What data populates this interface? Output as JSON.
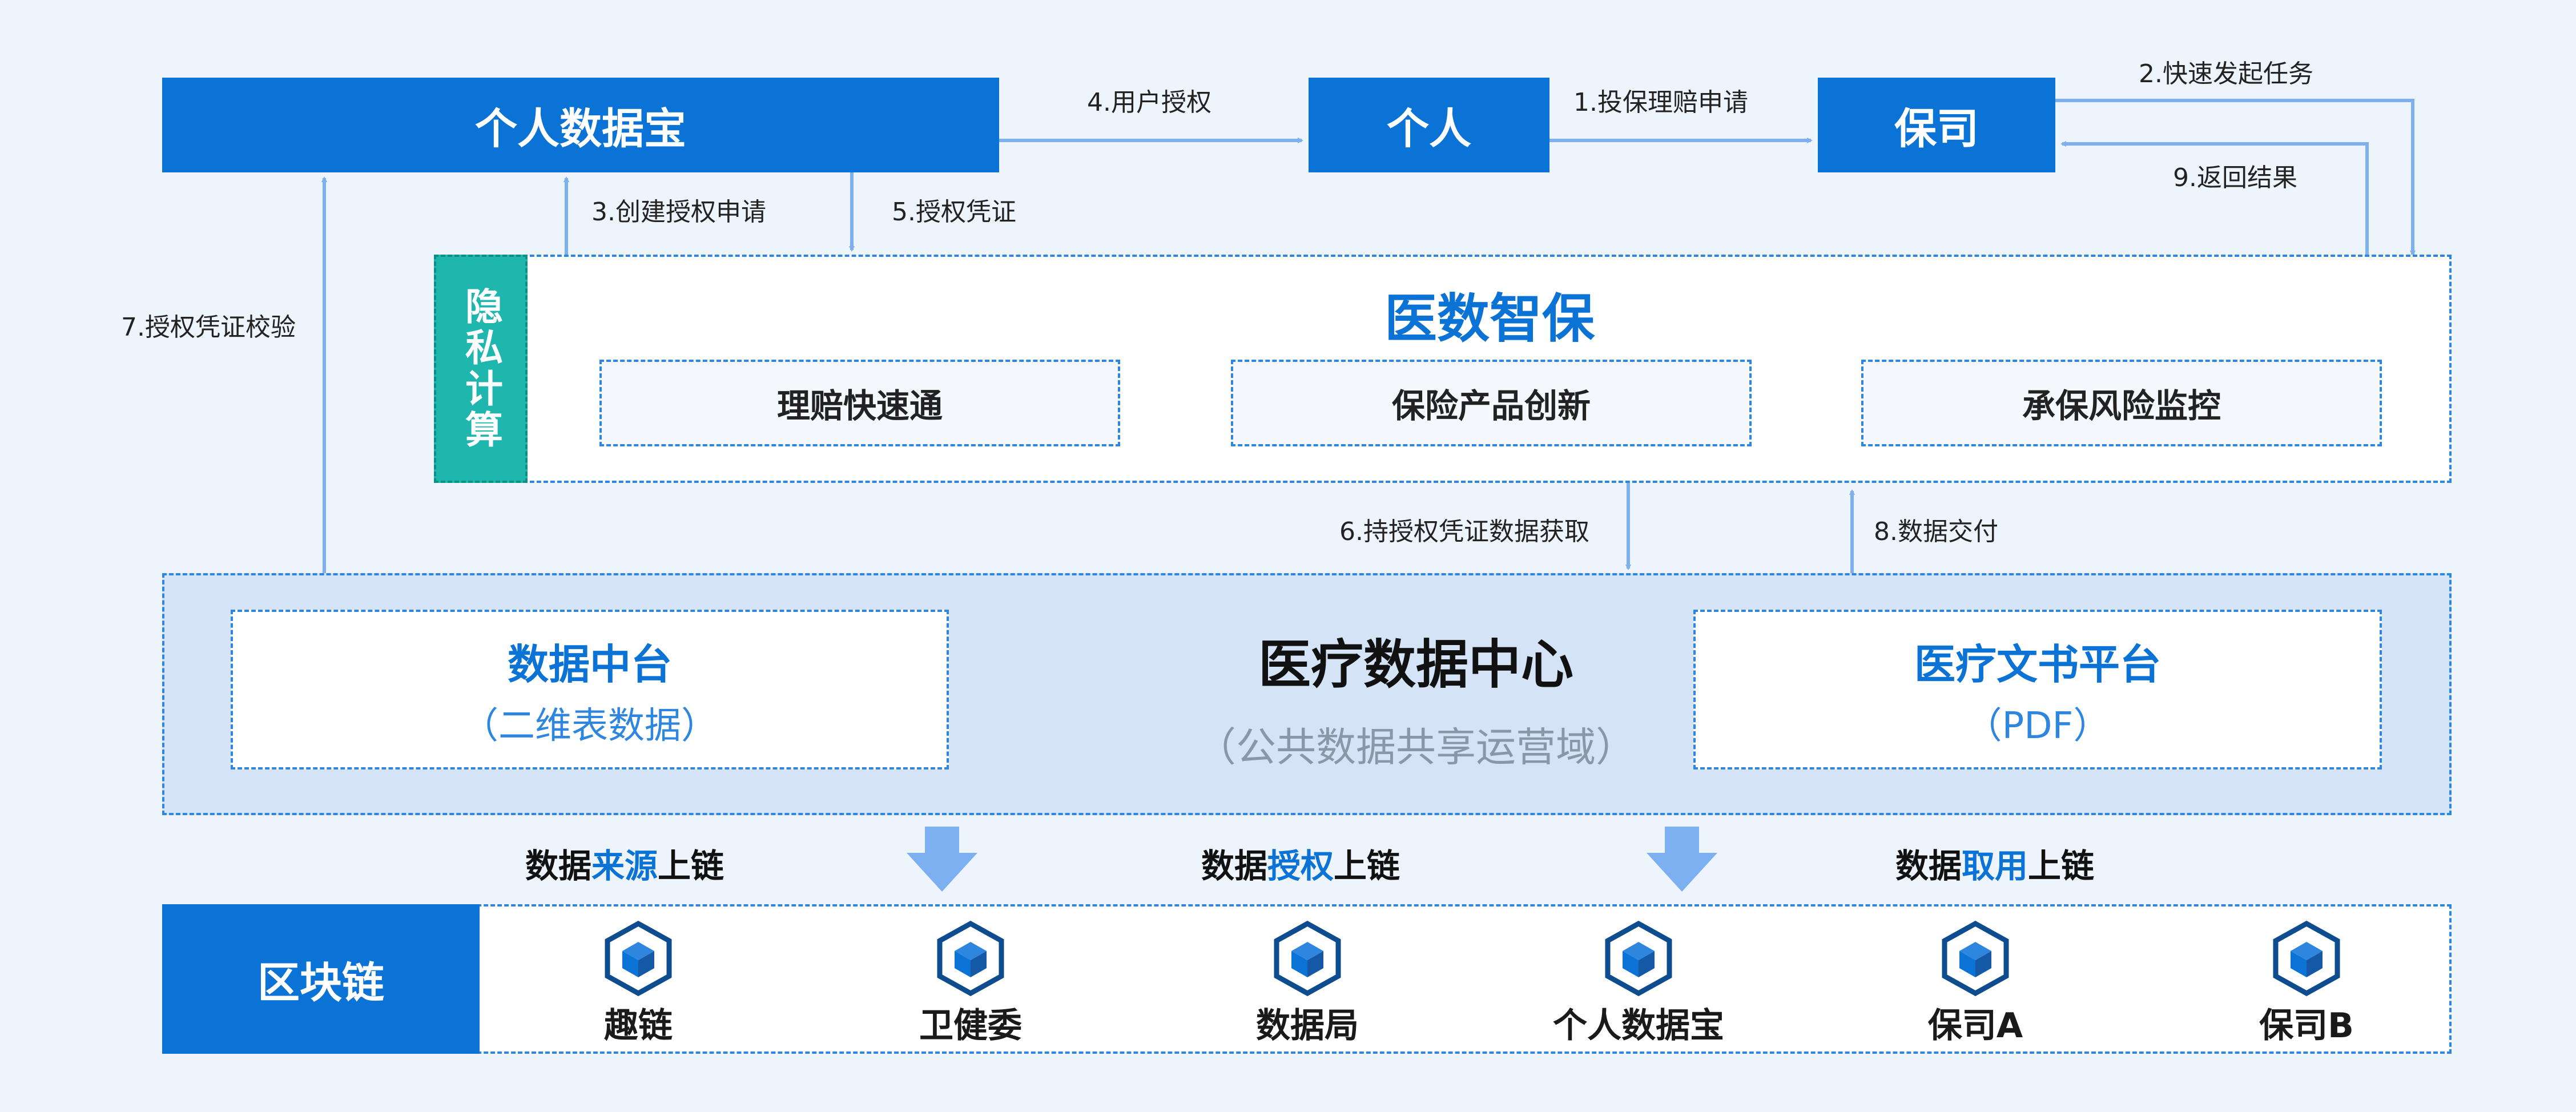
{
  "colors": {
    "primary": "#0b73d6",
    "arrow": "#7cb0f0",
    "teal": "#1fb7ad",
    "center_bg": "#d4e3f6",
    "dashed": "#2f86de"
  },
  "top": {
    "personal_vault": "个人数据宝",
    "individual": "个人",
    "insurer": "保司"
  },
  "edges": {
    "e1": "1.投保理赔申请",
    "e2": "2.快速发起任务",
    "e3": "3.创建授权申请",
    "e4": "4.用户授权",
    "e5": "5.授权凭证",
    "e6": "6.持授权凭证数据获取",
    "e7": "7.授权凭证校验",
    "e8": "8.数据交付",
    "e9": "9.返回结果"
  },
  "smart": {
    "side_label": "隐私计算",
    "title": "医数智保",
    "modules": [
      "理赔快速通",
      "保险产品创新",
      "承保风险监控"
    ]
  },
  "center": {
    "left_title": "数据中台",
    "left_sub": "（二维表数据）",
    "title": "医疗数据中心",
    "subtitle": "（公共数据共享运营域）",
    "right_title": "医疗文书平台",
    "right_sub": "（PDF）"
  },
  "chain_labels": [
    {
      "pre": "数据",
      "key": "来源",
      "post": "上链"
    },
    {
      "pre": "数据",
      "key": "授权",
      "post": "上链"
    },
    {
      "pre": "数据",
      "key": "取用",
      "post": "上链"
    }
  ],
  "blockchain": {
    "label": "区块链",
    "nodes": [
      "趣链",
      "卫健委",
      "数据局",
      "个人数据宝",
      "保司A",
      "保司B"
    ]
  },
  "icons": [
    "cube-node-icon",
    "double-arrow-icon",
    "down-arrow-icon"
  ]
}
